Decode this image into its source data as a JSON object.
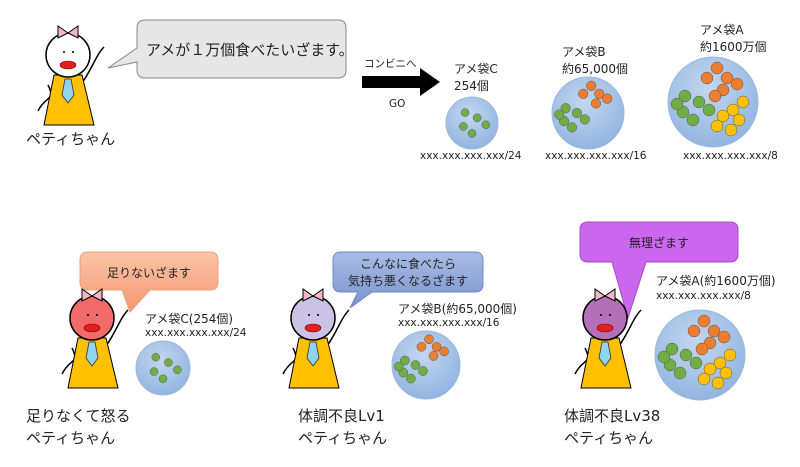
{
  "top": {
    "character_name": "ペティちゃん",
    "speech": "アメが１万個食べたいざます。",
    "arrow_label_top": "コンビニへ",
    "arrow_label_bottom": "GO",
    "bags": [
      {
        "name": "アメ袋C",
        "count": "254個",
        "subnet": "xxx.xxx.xxx.xxx/24",
        "candies": {
          "green": 5,
          "orange": 0,
          "yellow": 0
        }
      },
      {
        "name": "アメ袋B",
        "count": "約65,000個",
        "subnet": "xxx.xxx.xxx.xxx/16",
        "candies": {
          "green": 6,
          "orange": 5,
          "yellow": 0
        }
      },
      {
        "name": "アメ袋A",
        "count": "約1600万個",
        "subnet": "xxx.xxx.xxx.xxx/8",
        "candies": {
          "green": 6,
          "orange": 6,
          "yellow": 6
        }
      }
    ]
  },
  "bottom": [
    {
      "speech": "足りないざます",
      "bag_label": "アメ袋C(254個)",
      "subnet": "xxx.xxx.xxx.xxx/24",
      "caption_line1": "足りなくて怒る",
      "caption_line2": "ペティちゃん",
      "face_color": "#f26b6b",
      "bubble_color": "#f7ad8c"
    },
    {
      "speech_line1": "こんなに食べたら",
      "speech_line2": "気持ち悪くなるざます",
      "bag_label": "アメ袋B(約65,000個)",
      "subnet": "xxx.xxx.xxx.xxx/16",
      "caption_line1": "体調不良Lv1",
      "caption_line2": "ペティちゃん",
      "face_color": "#cbc3e6",
      "bubble_color": "#8ea5d8"
    },
    {
      "speech": "無理ざます",
      "bag_label": "アメ袋A(約1600万個)",
      "subnet": "xxx.xxx.xxx.xxx/8",
      "caption_line1": "体調不良Lv38",
      "caption_line2": "ペティちゃん",
      "face_color": "#b46fb8",
      "bubble_color": "#cc66ee"
    }
  ],
  "colors": {
    "body": "#ffc000",
    "tie": "#8fd3ee",
    "bow": "#f7b6c8",
    "bag": "#a9c6e8",
    "green": "#70ad47",
    "orange": "#ed7d31",
    "yellow": "#ffc000"
  }
}
